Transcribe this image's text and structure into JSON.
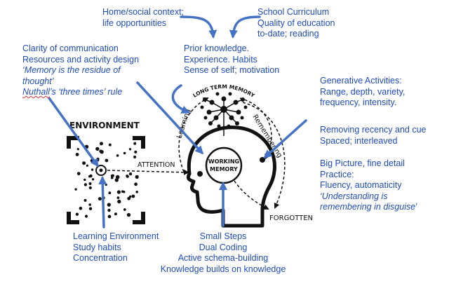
{
  "influences": {
    "home_context": [
      "Home/social context;",
      "life opportunities"
    ],
    "curriculum": [
      "School Curriculum",
      "Quality of education",
      "to-date; reading"
    ],
    "prior_knowledge": [
      "Prior knowledge.",
      "Experience. Habits",
      "Sense of self; motivation"
    ],
    "communication": {
      "line1": "Clarity of communication",
      "line2": "Resources and activity design",
      "quote1": "‘Memory is the residue of",
      "quote2": "thought’",
      "nuthall_name": "Nuthall",
      "nuthall_rest": "’s ‘three times’ rule"
    },
    "generative": [
      "Generative Activities:",
      "Range, depth, variety,",
      "frequency, intensity."
    ],
    "recency": [
      "Removing recency and cue",
      "Spaced; interleaved"
    ],
    "big_picture": {
      "line1": "Big Picture, fine detail",
      "line2": "Practice:",
      "line3": "Fluency, automaticity",
      "quote1": "‘Understanding is",
      "quote2": "remembering in disguise",
      "quote2_end": "’"
    },
    "environment_factors": [
      "Learning Environment",
      "Study habits",
      "Concentration"
    ],
    "working_memory_factors": [
      "Small Steps",
      "Dual Coding",
      "Active schema-building",
      "Knowledge builds on knowledge"
    ]
  },
  "diagram": {
    "environment": "ENVIRONMENT",
    "attention": "ATTENTION",
    "long_term_memory": "LONG TERM MEMORY",
    "working": "WORKING",
    "memory": "MEMORY",
    "learning": "Learning",
    "remembering": "Remembering",
    "forgotten": "FORGOTTEN"
  },
  "colors": {
    "blue_text": "#1f4bbf",
    "arrow_blue": "#4472c4",
    "diagram_black": "#111111"
  }
}
